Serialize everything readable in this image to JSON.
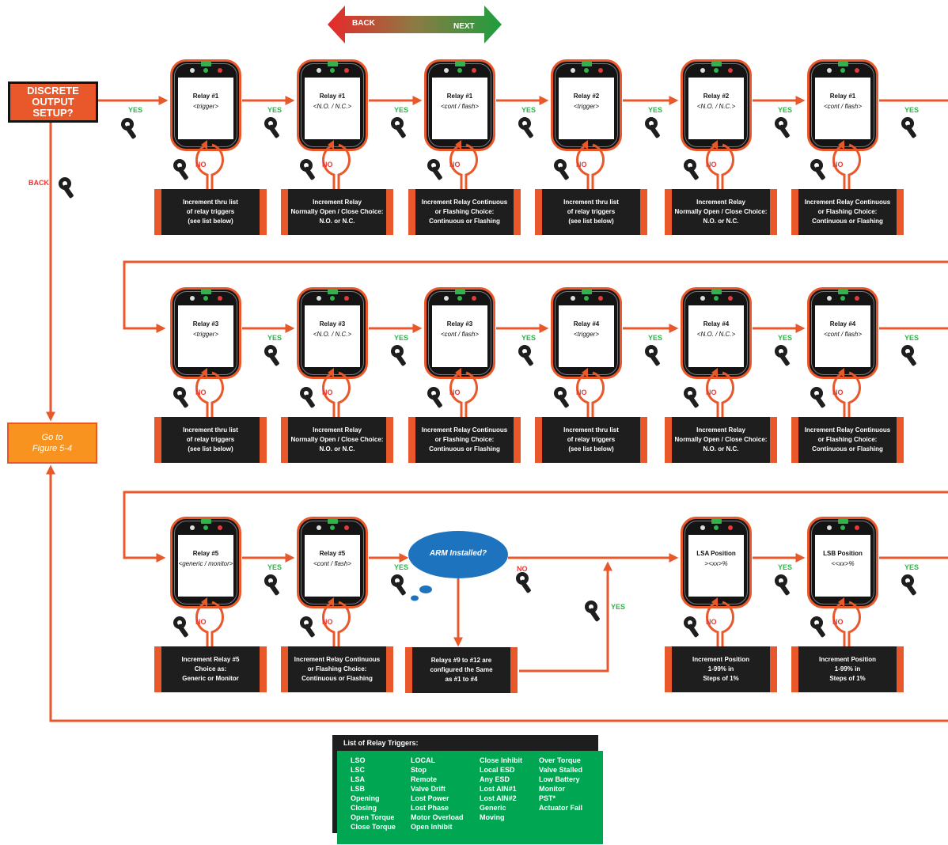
{
  "nav": {
    "back": "BACK",
    "next": "NEXT"
  },
  "title": "DISCRETE OUTPUT SETUP?",
  "back_label": "BACK",
  "goto": {
    "line1": "Go to",
    "line2": "Figure 5-4"
  },
  "yes": "YES",
  "no": "NO",
  "devices": [
    {
      "title": "Relay #1",
      "value": "<trigger>"
    },
    {
      "title": "Relay #1",
      "value": "<N.O. / N.C.>"
    },
    {
      "title": "Relay #1",
      "value": "<cont / flash>"
    },
    {
      "title": "Relay #2",
      "value": "<trigger>"
    },
    {
      "title": "Relay #2",
      "value": "<N.O. / N.C.>"
    },
    {
      "title": "Relay #1",
      "value": "<cont / flash>"
    },
    {
      "title": "Relay #3",
      "value": "<trigger>"
    },
    {
      "title": "Relay #3",
      "value": "<N.O. / N.C.>"
    },
    {
      "title": "Relay #3",
      "value": "<cont / flash>"
    },
    {
      "title": "Relay #4",
      "value": "<trigger>"
    },
    {
      "title": "Relay #4",
      "value": "<N.O. / N.C.>"
    },
    {
      "title": "Relay #4",
      "value": "<cont / flash>"
    },
    {
      "title": "Relay #5",
      "value": "<generic / monitor>"
    },
    {
      "title": "Relay #5",
      "value": "<cont / flash>"
    },
    {
      "title": "LSA Position",
      "value": "><xx>%"
    },
    {
      "title": "LSB Position",
      "value": "<<xx>%"
    }
  ],
  "notes": [
    [
      "Increment thru list",
      "of relay triggers",
      "(see list below)"
    ],
    [
      "Increment  Relay",
      "Normally Open / Close Choice:",
      "N.O. or N.C."
    ],
    [
      "Increment Relay Continuous",
      "or Flashing Choice:",
      "Continuous or Flashing"
    ],
    [
      "Increment thru list",
      "of relay triggers",
      "(see list below)"
    ],
    [
      "Increment  Relay",
      "Normally Open / Close Choice:",
      "N.O. or N.C."
    ],
    [
      "Increment Relay Continuous",
      "or Flashing Choice:",
      "Continuous or Flashing"
    ],
    [
      "Increment thru list",
      "of relay triggers",
      "(see list below)"
    ],
    [
      "Increment  Relay",
      "Normally Open / Close Choice:",
      "N.O. or N.C."
    ],
    [
      "Increment Relay Continuous",
      "or Flashing Choice:",
      "Continuous or Flashing"
    ],
    [
      "Increment thru list",
      "of relay triggers",
      "(see list below)"
    ],
    [
      "Increment  Relay",
      "Normally Open / Close Choice:",
      "N.O. or N.C."
    ],
    [
      "Increment Relay Continuous",
      "or Flashing Choice:",
      "Continuous or Flashing"
    ],
    [
      "Increment Relay #5",
      "Choice as:",
      "Generic or Monitor"
    ],
    [
      "Increment Relay Continuous",
      "or Flashing Choice:",
      "Continuous or Flashing"
    ],
    [
      "Relays #9 to #12 are",
      "configured the Same",
      "as #1 to #4"
    ],
    [
      "Increment  Position",
      "1-99% in",
      "Steps of 1%"
    ],
    [
      "Increment  Position",
      "1-99% in",
      "Steps of 1%"
    ]
  ],
  "arm_question": "ARM Installed?",
  "trigger_list": {
    "title": "List of Relay Triggers:",
    "columns": [
      [
        "LSO",
        "LSC",
        "LSA",
        "LSB",
        "Opening",
        "Closing",
        "Open Torque",
        "Close Torque"
      ],
      [
        "LOCAL",
        "Stop",
        "Remote",
        "Valve Drift",
        "Lost Power",
        "Lost Phase",
        "Motor Overload",
        "Open Inhibit"
      ],
      [
        "Close Inhibit",
        "Local ESD",
        "Any ESD",
        "Lost AIN#1",
        "Lost AIN#2",
        "Generic",
        "Moving"
      ],
      [
        "Over Torque",
        "Valve Stalled",
        "Low Battery",
        "Monitor",
        "PST*",
        "Actuator Fail"
      ]
    ]
  },
  "colors": {
    "accent": "#E8582A",
    "green": "#2FB34A",
    "red": "#E53935",
    "dark": "#1E1E1E",
    "cloud": "#1E73BE",
    "goto": "#F7931E"
  }
}
